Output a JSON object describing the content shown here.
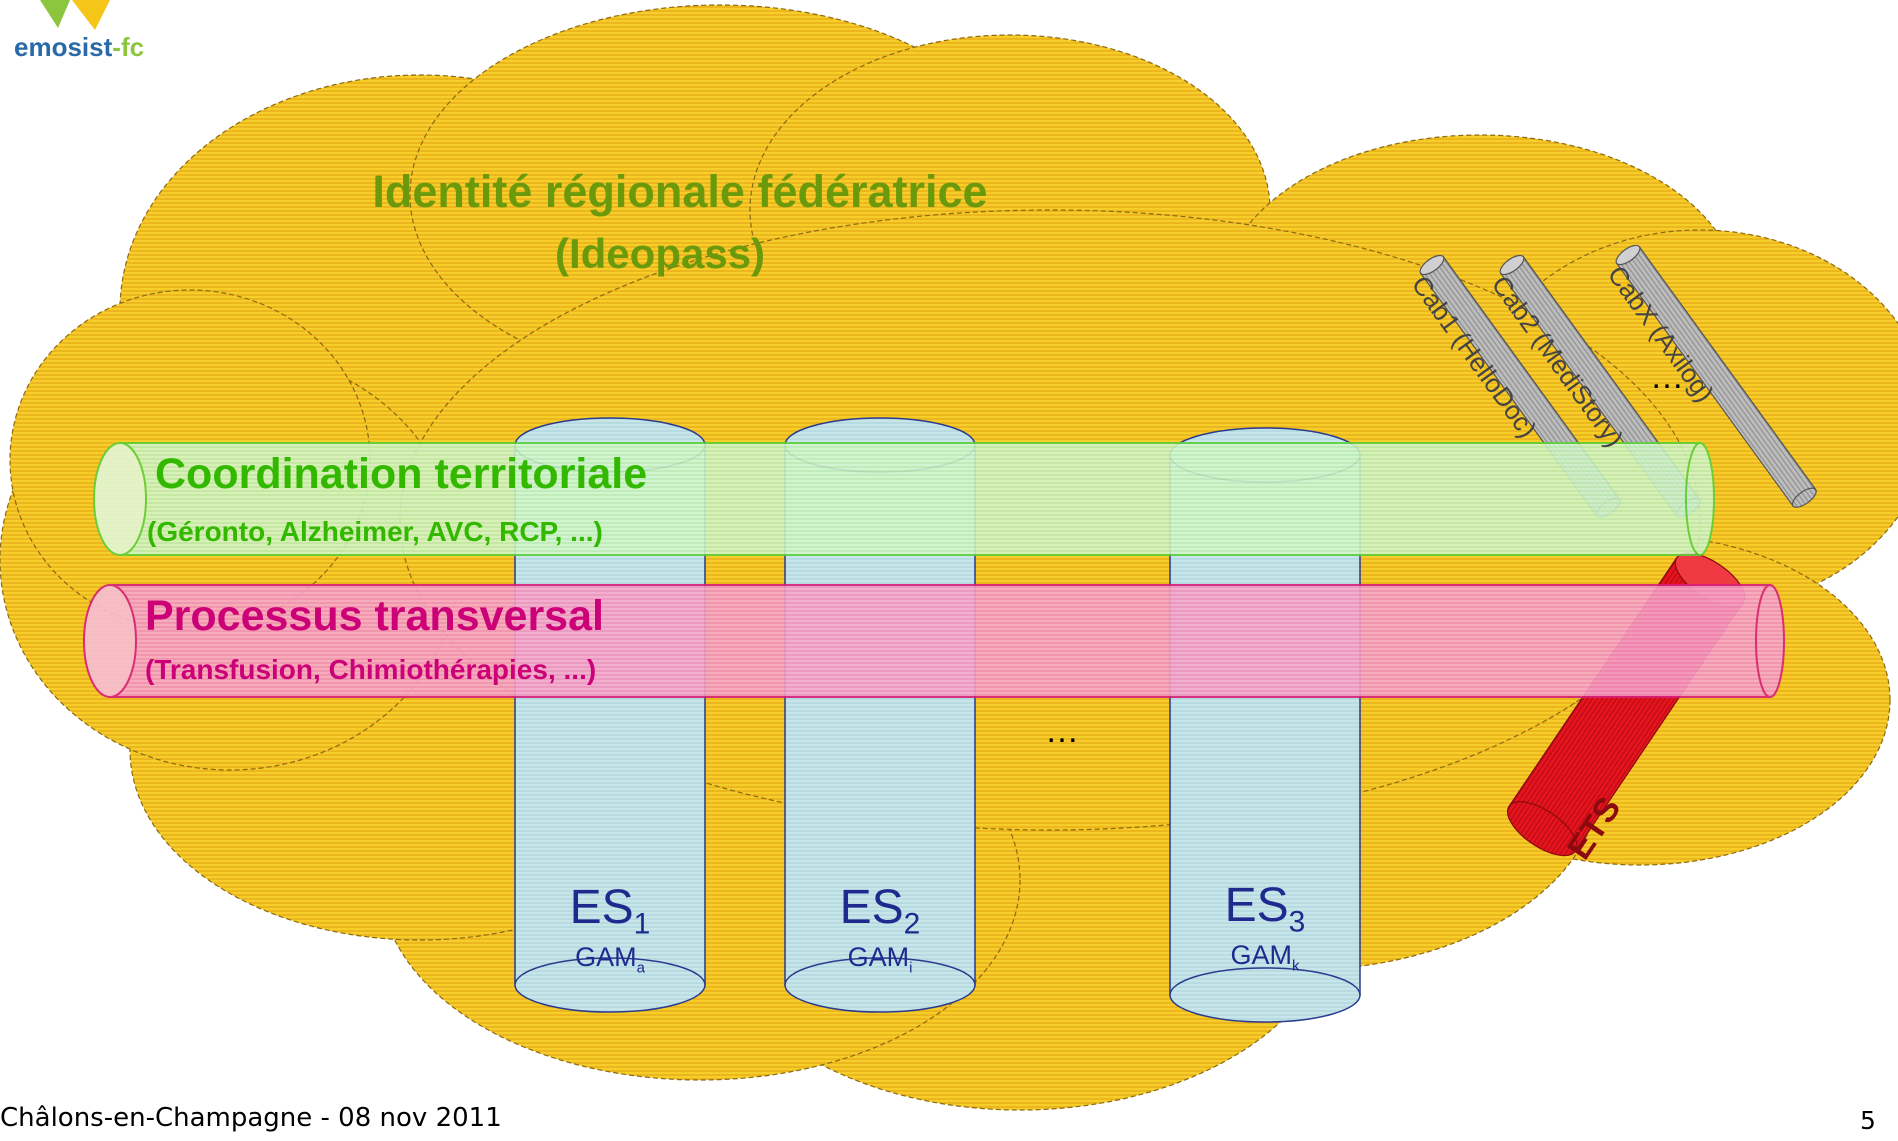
{
  "logo": {
    "name": "emosist",
    "dash": "-",
    "suffix": "fc"
  },
  "cloud": {
    "title": "Identité régionale fédératrice",
    "subtitle": "(Ideopass)"
  },
  "coordination": {
    "title": "Coordination territoriale",
    "subtitle": "(Géronto, Alzheimer, AVC, RCP, ...)"
  },
  "processus": {
    "title": "Processus transversal",
    "subtitle": "(Transfusion, Chimiothérapies, ...)"
  },
  "establishments": [
    {
      "main": "ES",
      "index": "1",
      "gam": "GAM",
      "gam_index": "a"
    },
    {
      "main": "ES",
      "index": "2",
      "gam": "GAM",
      "gam_index": "i"
    },
    {
      "main": "ES",
      "index": "3",
      "gam": "GAM",
      "gam_index": "k"
    }
  ],
  "ellipsis_middle": "…",
  "ellipsis_cabinets": "…",
  "cabinets": [
    "Cab1 (HelloDoc)",
    "Cab2 (MediStory)",
    "CabX (Axilog)"
  ],
  "ets_label": "ETS",
  "footer": "Châlons-en-Champagne - 08 nov 2011",
  "page_number": "5",
  "colors": {
    "cloud_fill": "#f5c518",
    "cloud_stripe": "#e6a817",
    "coord_fill": "#ccf5c4",
    "coord_stroke": "#5ad13a",
    "proc_fill": "#f5a3c7",
    "proc_stroke": "#d6207a",
    "es_fill": "#bfe3e8",
    "es_stroke": "#2a3a8f",
    "cab_fill": "#b0b0b0",
    "ets_fill": "#e0141e"
  }
}
